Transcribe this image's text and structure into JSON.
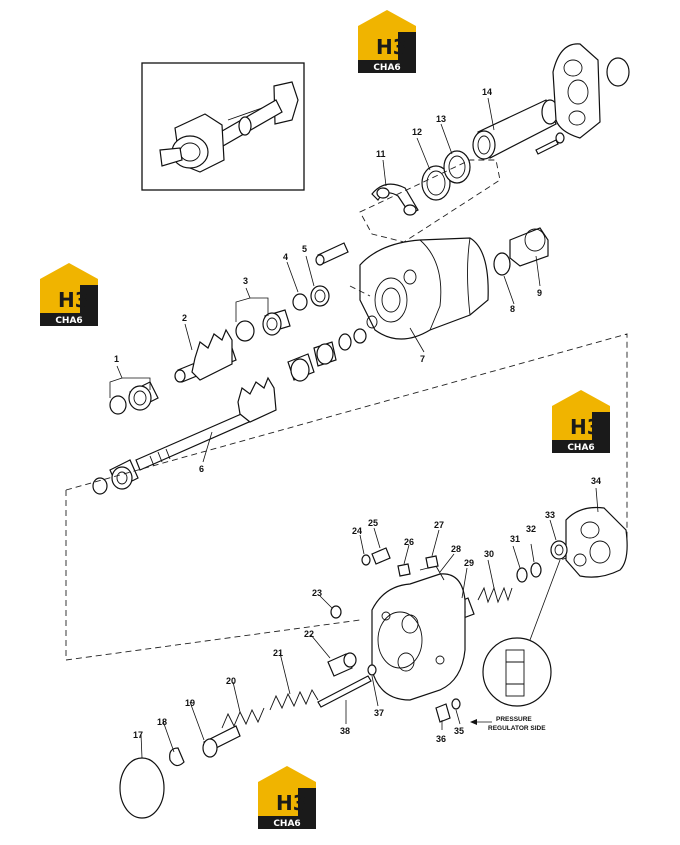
{
  "logo": {
    "mark": "H3",
    "caption": "CHA6",
    "brand_color": "#f0b400",
    "dark_color": "#1a1a1a"
  },
  "callouts": [
    "1",
    "2",
    "3",
    "4",
    "5",
    "6",
    "7",
    "8",
    "9",
    "11",
    "12",
    "13",
    "14",
    "17",
    "18",
    "19",
    "20",
    "21",
    "22",
    "23",
    "24",
    "25",
    "26",
    "27",
    "28",
    "29",
    "30",
    "31",
    "32",
    "33",
    "34",
    "35",
    "36",
    "37",
    "38"
  ],
  "notes": {
    "regulator_line1": "PRESSURE",
    "regulator_line2": "REGULATOR SIDE"
  }
}
